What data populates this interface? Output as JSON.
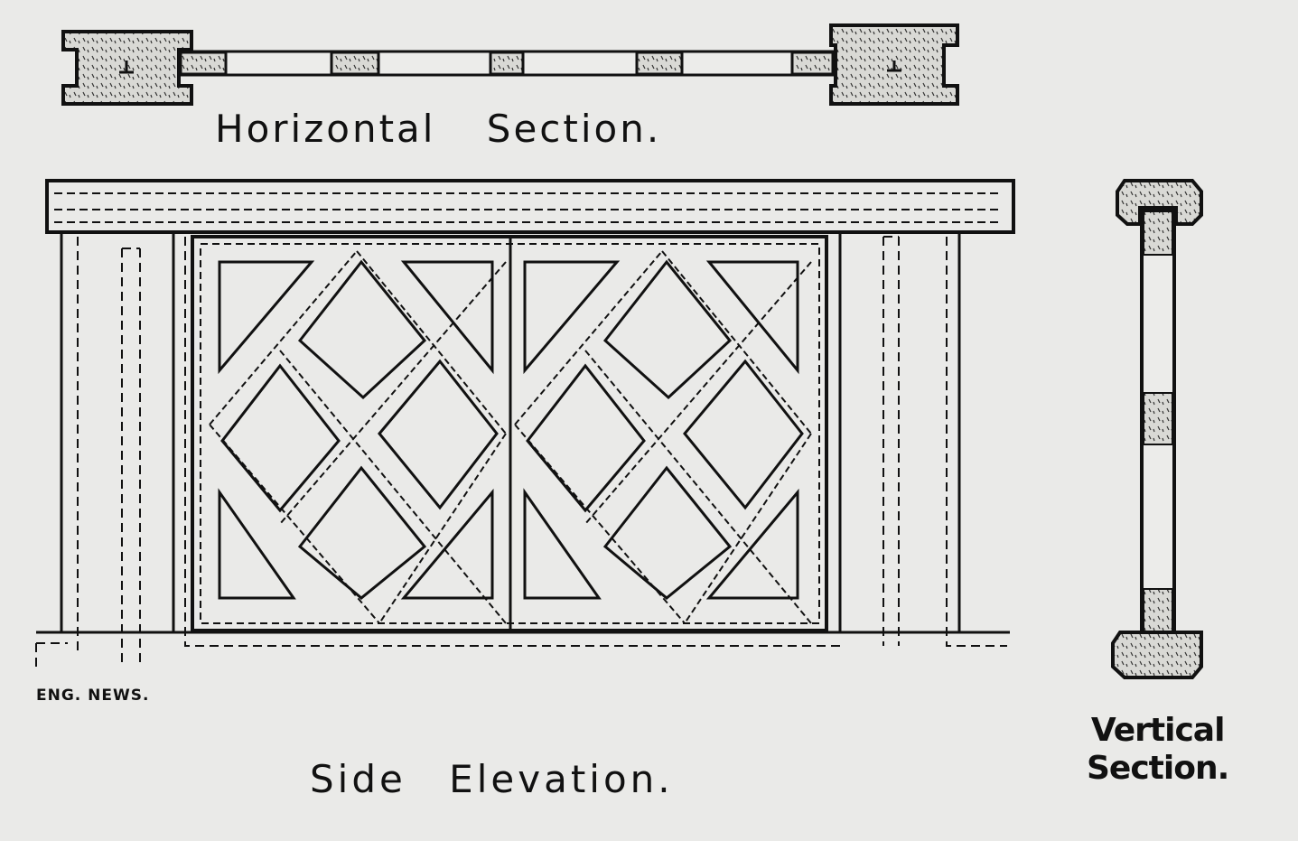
{
  "labels": {
    "horizontal_section": "Horizontal Section.",
    "side_elevation": "Side Elevation.",
    "vertical_section_line1": "Vertical",
    "vertical_section_line2": "Section.",
    "credit": "ENG. NEWS."
  },
  "colors": {
    "paper": "#eaeae8",
    "ink": "#111111",
    "hatch": "#d6d6d2"
  }
}
